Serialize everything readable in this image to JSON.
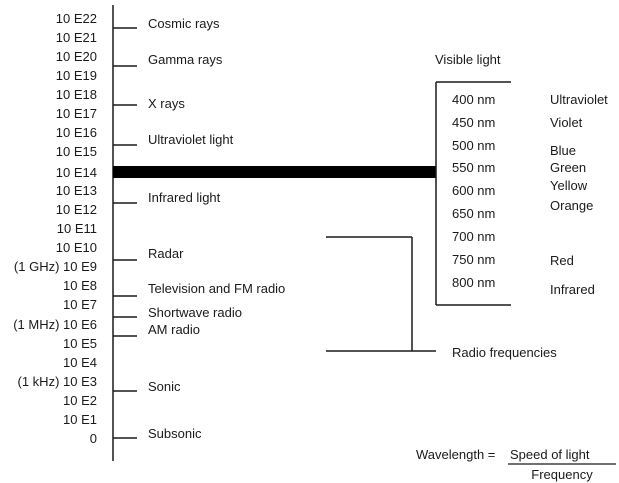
{
  "scale_labels": [
    {
      "text": "10 E22"
    },
    {
      "text": "10 E21"
    },
    {
      "text": "10 E20"
    },
    {
      "text": "10 E19"
    },
    {
      "text": "10 E18"
    },
    {
      "text": "10 E17"
    },
    {
      "text": "10 E16"
    },
    {
      "text": "10 E15"
    },
    {
      "text": "10 E14"
    },
    {
      "text": "10 E13"
    },
    {
      "text": "10 E12"
    },
    {
      "text": "10 E11"
    },
    {
      "text": "10 E10"
    },
    {
      "text": "(1 GHz) 10 E9"
    },
    {
      "text": "10 E8"
    },
    {
      "text": "10 E7"
    },
    {
      "text": "(1 MHz) 10 E6"
    },
    {
      "text": "10 E5"
    },
    {
      "text": "10 E4"
    },
    {
      "text": "(1 kHz) 10 E3"
    },
    {
      "text": "10 E2"
    },
    {
      "text": "10 E1"
    },
    {
      "text": "0"
    }
  ],
  "bands": [
    {
      "text": "Cosmic rays"
    },
    {
      "text": "Gamma rays"
    },
    {
      "text": "X rays"
    },
    {
      "text": "Ultraviolet light"
    },
    {
      "text": "Infrared light"
    },
    {
      "text": "Radar"
    },
    {
      "text": "Television and FM radio"
    },
    {
      "text": "Shortwave radio"
    },
    {
      "text": "AM radio"
    },
    {
      "text": "Sonic"
    },
    {
      "text": "Subsonic"
    }
  ],
  "visible_light": {
    "title": "Visible light",
    "wavelengths": [
      "400 nm",
      "450 nm",
      "500 nm",
      "550 nm",
      "600 nm",
      "650 nm",
      "700 nm",
      "750 nm",
      "800 nm"
    ],
    "colors": [
      "Ultraviolet",
      "Violet",
      "Blue",
      "Green",
      "Yellow",
      "Orange",
      "Red",
      "Infrared"
    ]
  },
  "radio_frequencies_label": "Radio frequencies",
  "formula": {
    "lhs": "Wavelength = ",
    "numerator": "Speed of light",
    "denominator": "Frequency"
  }
}
